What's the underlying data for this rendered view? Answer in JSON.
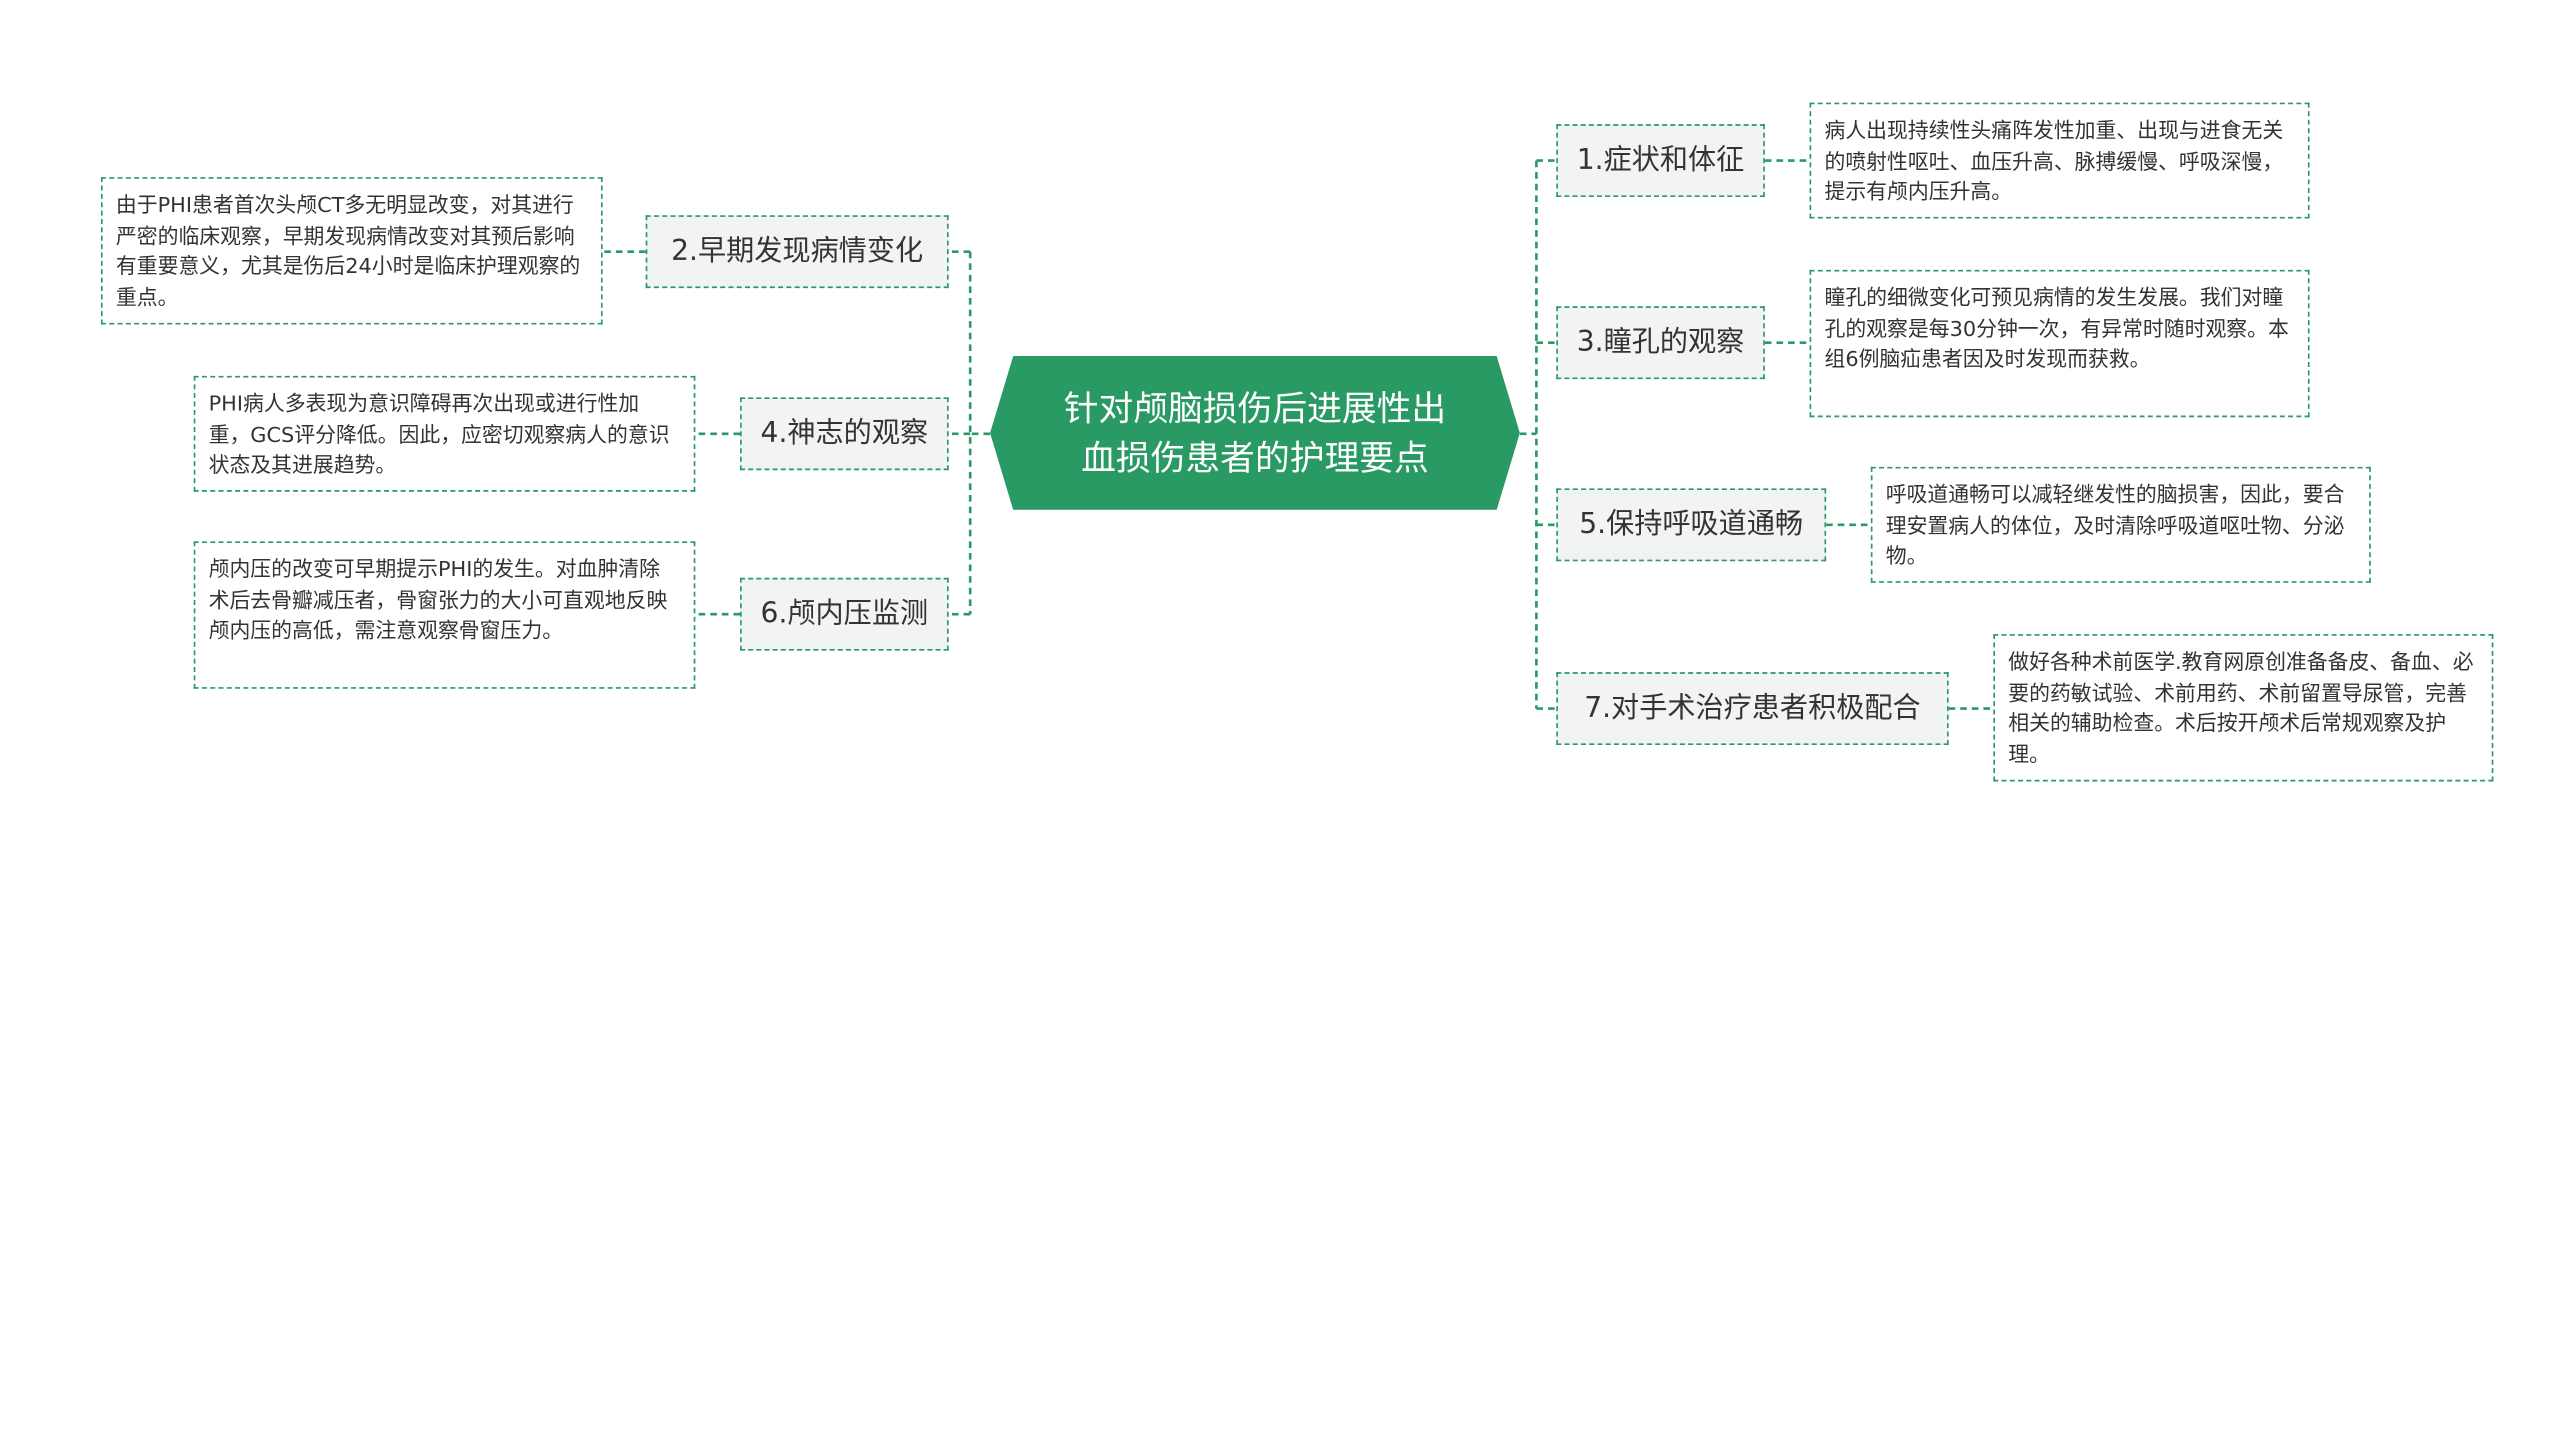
{
  "colors": {
    "accent": "#2a9a65",
    "topic_bg": "#f1f3f5",
    "text": "#333333",
    "central_text": "#ffffff"
  },
  "central": {
    "text": "针对颅脑损伤后进展性出血损伤患者的护理要点"
  },
  "topics": [
    {
      "label": "1.症状和体征",
      "detail": "病人出现持续性头痛阵发性加重、出现与进食无关的喷射性呕吐、血压升高、脉搏缓慢、呼吸深慢，提示有颅内压升高。"
    },
    {
      "label": "2.早期发现病情变化",
      "detail": "由于PHI患者首次头颅CT多无明显改变，对其进行严密的临床观察，早期发现病情改变对其预后影响有重要意义，尤其是伤后24小时是临床护理观察的重点。"
    },
    {
      "label": "3.瞳孔的观察",
      "detail": "瞳孔的细微变化可预见病情的发生发展。我们对瞳孔的观察是每30分钟一次，有异常时随时观察。本组6例脑疝患者因及时发现而获救。"
    },
    {
      "label": "4.神志的观察",
      "detail": "PHI病人多表现为意识障碍再次出现或进行性加重，GCS评分降低。因此，应密切观察病人的意识状态及其进展趋势。"
    },
    {
      "label": "5.保持呼吸道通畅",
      "detail": "呼吸道通畅可以减轻继发性的脑损害，因此，要合理安置病人的体位，及时清除呼吸道呕吐物、分泌物。"
    },
    {
      "label": "6.颅内压监测",
      "detail": "颅内压的改变可早期提示PHI的发生。对血肿清除术后去骨瓣减压者，骨窗张力的大小可直观地反映颅内压的高低，需注意观察骨窗压力。"
    },
    {
      "label": "7.对手术治疗患者积极配合",
      "detail": "做好各种术前医学.教育网原创准备备皮、备血、必要的药敏试验、术前用药、术前留置导尿管，完善相关的辅助检查。术后按开颅术后常规观察及护理。"
    }
  ]
}
